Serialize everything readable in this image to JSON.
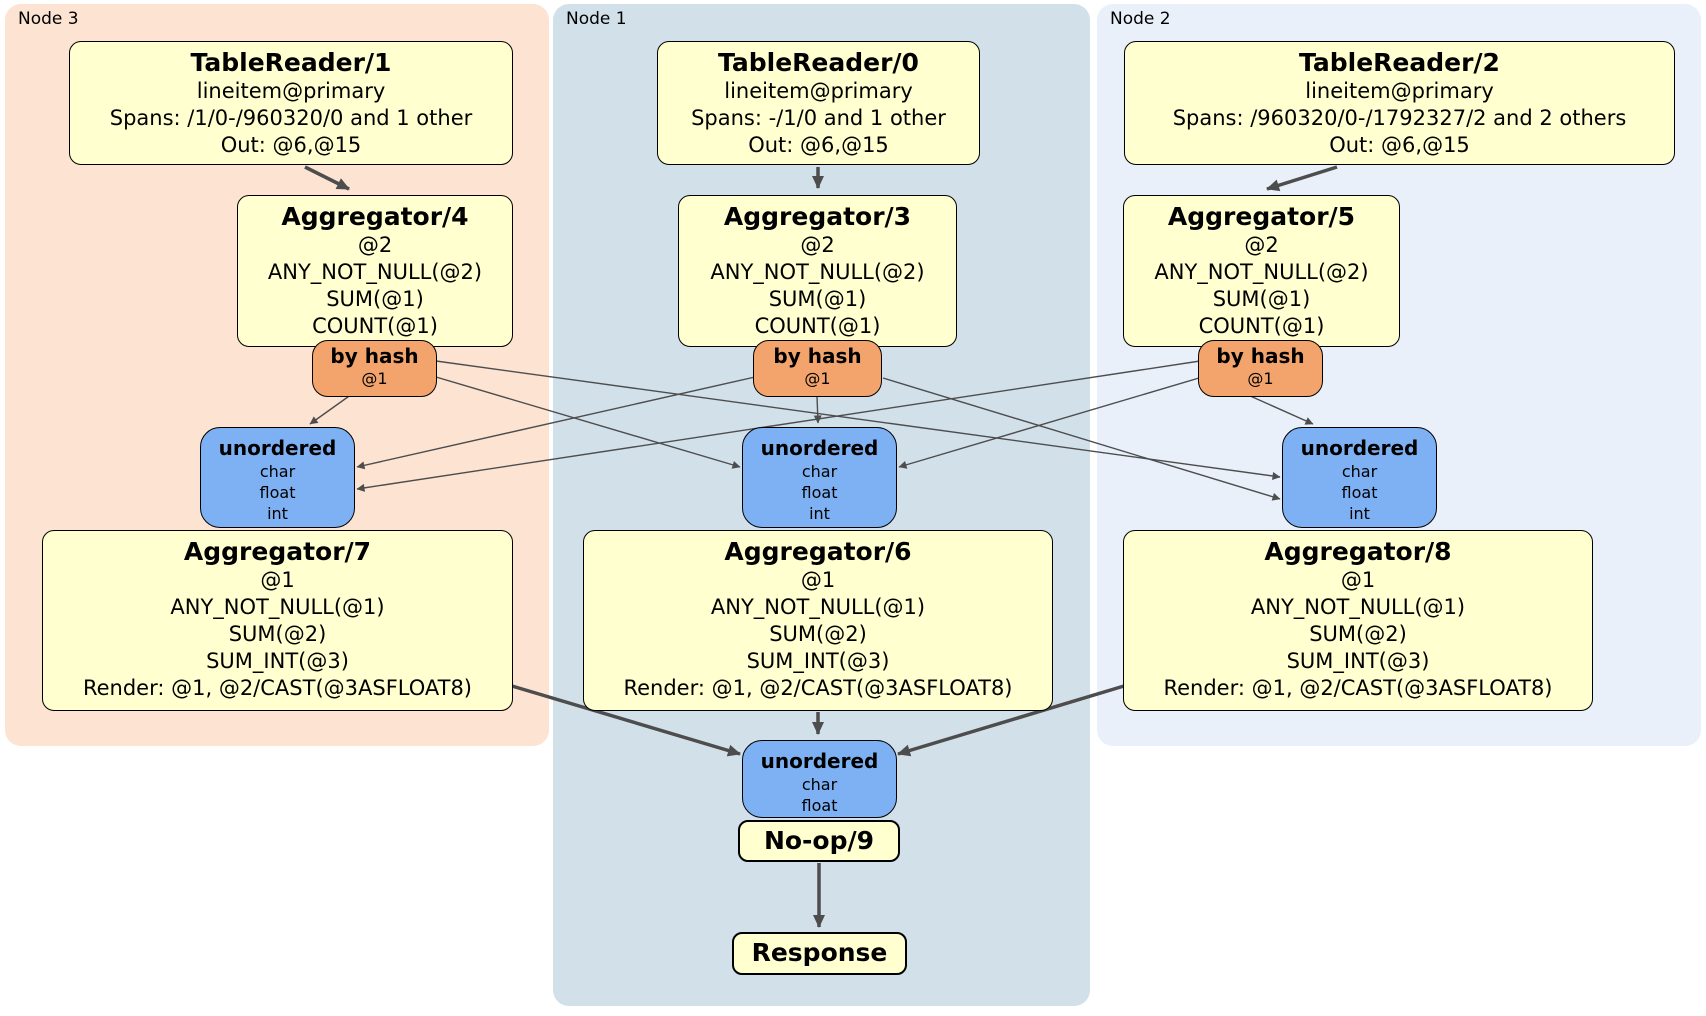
{
  "regions": {
    "node3": {
      "label": "Node 3"
    },
    "node1": {
      "label": "Node 1"
    },
    "node2": {
      "label": "Node 2"
    }
  },
  "colors": {
    "node3_bg": "#fce3d2",
    "node1_bg": "#d2e0ea",
    "node2_bg": "#e9f0fa",
    "box_yellow": "#ffffcf",
    "router_orange": "#f3a46c",
    "sync_blue": "#7eb1f3",
    "edge": "#4d4d4d"
  },
  "boxes": {
    "tr1": {
      "title": "TableReader/1",
      "lines": [
        "lineitem@primary",
        "Spans: /1/0-/960320/0 and 1 other",
        "Out: @6,@15"
      ]
    },
    "tr0": {
      "title": "TableReader/0",
      "lines": [
        "lineitem@primary",
        "Spans: -/1/0 and 1 other",
        "Out: @6,@15"
      ]
    },
    "tr2": {
      "title": "TableReader/2",
      "lines": [
        "lineitem@primary",
        "Spans: /960320/0-/1792327/2 and 2 others",
        "Out: @6,@15"
      ]
    },
    "agg4": {
      "title": "Aggregator/4",
      "lines": [
        "@2",
        "ANY_NOT_NULL(@2)",
        "SUM(@1)",
        "COUNT(@1)"
      ]
    },
    "agg3": {
      "title": "Aggregator/3",
      "lines": [
        "@2",
        "ANY_NOT_NULL(@2)",
        "SUM(@1)",
        "COUNT(@1)"
      ]
    },
    "agg5": {
      "title": "Aggregator/5",
      "lines": [
        "@2",
        "ANY_NOT_NULL(@2)",
        "SUM(@1)",
        "COUNT(@1)"
      ]
    },
    "hash_l": {
      "title": "by hash",
      "lines": [
        "@1"
      ]
    },
    "hash_c": {
      "title": "by hash",
      "lines": [
        "@1"
      ]
    },
    "hash_r": {
      "title": "by hash",
      "lines": [
        "@1"
      ]
    },
    "sync_l": {
      "title": "unordered",
      "lines": [
        "char",
        "float",
        "int"
      ]
    },
    "sync_c": {
      "title": "unordered",
      "lines": [
        "char",
        "float",
        "int"
      ]
    },
    "sync_r": {
      "title": "unordered",
      "lines": [
        "char",
        "float",
        "int"
      ]
    },
    "agg7": {
      "title": "Aggregator/7",
      "lines": [
        "@1",
        "ANY_NOT_NULL(@1)",
        "SUM(@2)",
        "SUM_INT(@3)",
        "Render: @1, @2/CAST(@3ASFLOAT8)"
      ]
    },
    "agg6": {
      "title": "Aggregator/6",
      "lines": [
        "@1",
        "ANY_NOT_NULL(@1)",
        "SUM(@2)",
        "SUM_INT(@3)",
        "Render: @1, @2/CAST(@3ASFLOAT8)"
      ]
    },
    "agg8": {
      "title": "Aggregator/8",
      "lines": [
        "@1",
        "ANY_NOT_NULL(@1)",
        "SUM(@2)",
        "SUM_INT(@3)",
        "Render: @1, @2/CAST(@3ASFLOAT8)"
      ]
    },
    "sync_bottom": {
      "title": "unordered",
      "lines": [
        "char",
        "float"
      ]
    },
    "noop": {
      "title": "No-op/9"
    },
    "response": {
      "title": "Response"
    }
  }
}
